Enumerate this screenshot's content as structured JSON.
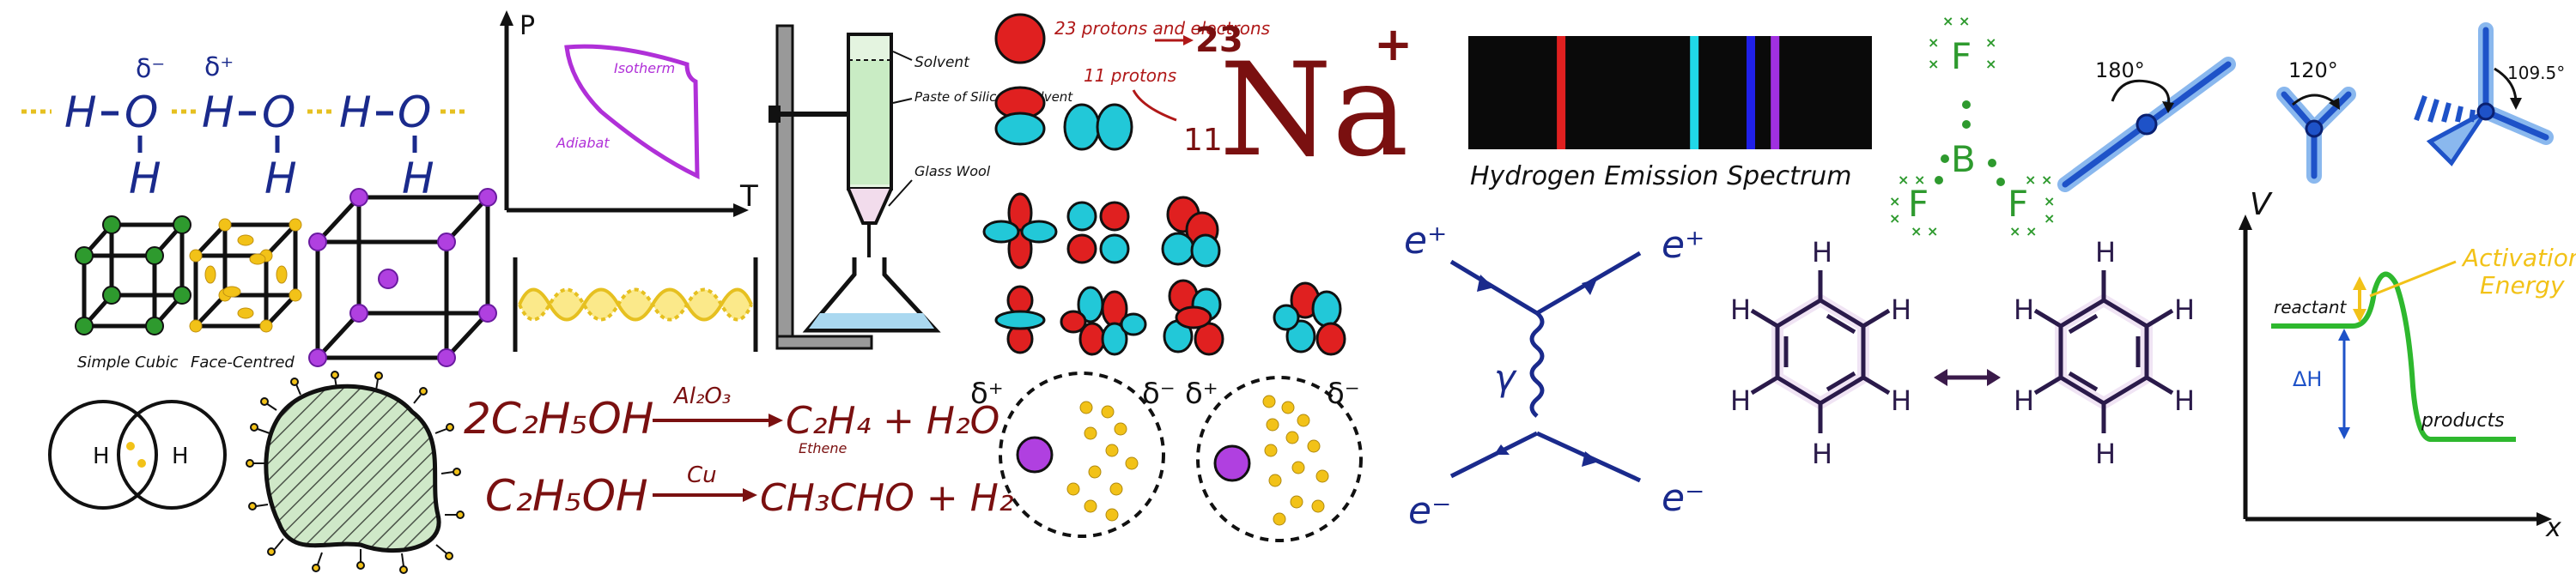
{
  "colors": {
    "navy": "#1a2a8c",
    "maroon": "#7a1010",
    "red": "#d81e1e",
    "cyan": "#22c8d8",
    "purple": "#a020f0",
    "yellow": "#f2c218",
    "green": "#2e9a2e",
    "lightgreen": "#c9ecc4",
    "blue": "#1e52c8",
    "black": "#111111"
  },
  "water": {
    "atoms": [
      "H",
      "O",
      "H",
      "H",
      "O",
      "H",
      "H",
      "O",
      "H"
    ],
    "delta_minus": "δ⁻",
    "delta_plus": "δ⁺"
  },
  "lattice": {
    "simple_label": "Simple Cubic",
    "face_label": "Face-Centred"
  },
  "venn": {
    "left": "H",
    "right": "H"
  },
  "pv_diagram": {
    "y_axis": "P",
    "x_axis": "T",
    "isotherm": "Isotherm",
    "adiabat": "Adiabat"
  },
  "column": {
    "labels": [
      "Solvent",
      "Paste of Silica in Solvent",
      "Glass Wool"
    ]
  },
  "reactions": {
    "r1_lhs": "2C₂H₅OH",
    "r1_catalyst": "Al₂O₃",
    "r1_rhs": "C₂H₄ + H₂O",
    "r1_note": "Ethene",
    "r2_lhs": "C₂H₅OH",
    "r2_catalyst": "Cu",
    "r2_rhs": "CH₃CHO + H₂"
  },
  "sodium": {
    "note_protons_electrons": "23 protons and electrons",
    "mass_number": "23",
    "note_protons": "11 protons",
    "atomic_number": "11",
    "symbol": "Na",
    "charge": "+"
  },
  "polarisation": {
    "dp1": "δ⁺",
    "dm1": "δ⁻",
    "dp2": "δ⁺",
    "dm2": "δ⁻"
  },
  "spectrum": {
    "title": "Hydrogen Emission Spectrum",
    "lines": [
      {
        "position": 0.23,
        "color": "#e02020"
      },
      {
        "position": 0.56,
        "color": "#20d8e8"
      },
      {
        "position": 0.7,
        "color": "#2020e8"
      },
      {
        "position": 0.76,
        "color": "#a030e0"
      }
    ]
  },
  "feynman": {
    "top_left": "e⁺",
    "top_right": "e⁺",
    "bottom_left": "e⁻",
    "bottom_right": "e⁻",
    "boson": "γ"
  },
  "bf3": {
    "central": "B",
    "f1": "F",
    "f2": "F",
    "f3": "F"
  },
  "shapes": {
    "linear_angle": "180°",
    "trigonal_angle": "120°",
    "tetra_angle": "109.5°"
  },
  "benzene": {
    "atom": "H",
    "arrow": "↔"
  },
  "energy_profile": {
    "y_axis": "V",
    "x_axis": "x",
    "reactant": "reactant",
    "products": "products",
    "activation": "Activation Energy",
    "delta_h": "ΔH"
  }
}
